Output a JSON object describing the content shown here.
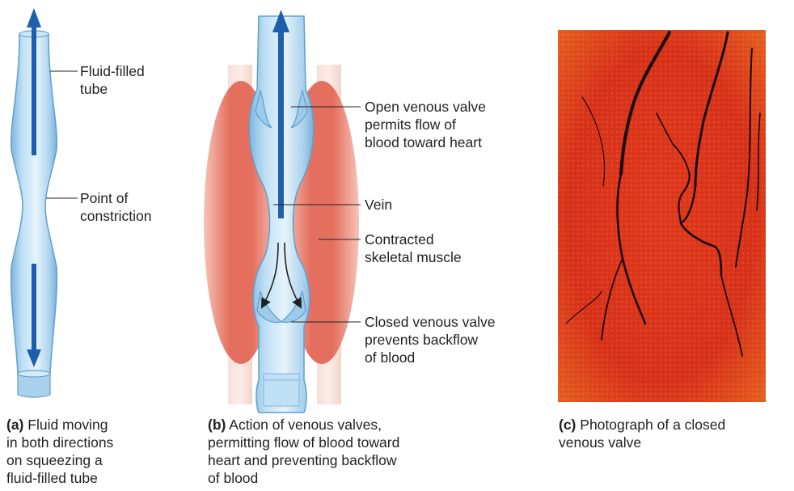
{
  "panel_a": {
    "labels": {
      "fluid_tube": [
        "Fluid-filled",
        "tube"
      ],
      "constriction": [
        "Point of",
        "constriction"
      ]
    },
    "caption": {
      "letter": "(a)",
      "lines": [
        "Fluid moving",
        "in both directions",
        "on squeezing a",
        "fluid-filled tube"
      ]
    }
  },
  "panel_b": {
    "labels": {
      "open_valve": [
        "Open venous valve",
        "permits flow of",
        "blood toward heart"
      ],
      "vein": [
        "Vein"
      ],
      "muscle": [
        "Contracted",
        "skeletal muscle"
      ],
      "closed_valve": [
        "Closed venous valve",
        "prevents backflow",
        "of blood"
      ]
    },
    "caption": {
      "letter": "(b)",
      "lines": [
        "Action of venous valves,",
        "permitting flow of blood toward",
        "heart and preventing backflow",
        "of blood"
      ]
    }
  },
  "panel_c": {
    "caption": {
      "letter": "(c)",
      "lines": [
        "Photograph of a closed",
        "venous valve"
      ]
    }
  },
  "colors": {
    "tube_light": "#d6ebf8",
    "tube_mid": "#9dcbeb",
    "tube_edge": "#6ea9d4",
    "arrow_blue": "#1b5fae",
    "muscle_red": "#e26a5c",
    "photo_red": "#d8321b",
    "photo_dark": "#1a0a06"
  }
}
